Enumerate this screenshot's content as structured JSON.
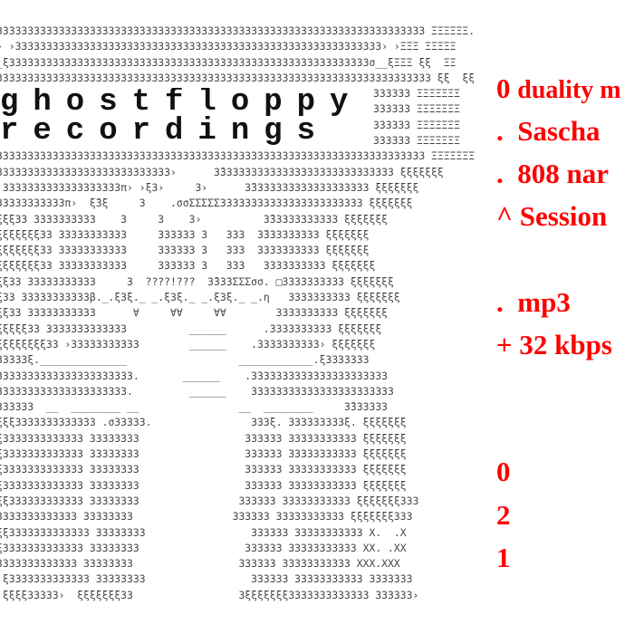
{
  "logo": {
    "line1": "ghostfloppy",
    "line2": "recordings"
  },
  "ascii_rows": [
    "333333333333333333333333333333333333333333333333333333333333333333333 ΞΞΞΞΞΞ.",
    "› ›33333333333333333333333333333333333333333333333333333333333› ›ΞΞΞ ΞΞΞΞΞ",
    "_ξ3333333333333333333333333333333333333333333333333333333333σ__ξΞΞΞ ξξ  ΞΞ",
    "3333333333333333333333333333333333333333333333333333333333333333333333 ξξ  ξξ",
    "                                                            333333 ΞΞΞΞΞΞΞ",
    "                                                            333333 ΞΞΞΞΞΞΞ",
    "                                                            333333 ΞΞΞΞΞΞΞ",
    "                                                            333333 ΞΞΞΞΞΞΞ",
    "333333333333333333333333333333333333333333333333333333333333333333333 ΞΞΞΞΞΞΞ",
    "3333333333333333333333333333›      3̄3333333333333333333333333333 ξξξξξξξ",
    " 3333333333333333333π› ›ξ3›     3›      3̄3333333333333333333 ξξξξξξξ",
    "33333333333π›  ξ̄3ξ     3    .σσΣΣΣΣΣ33333333333333333333333 ξξξξξξξ",
    "ξξξ33 3333333333    3     3    3›          3̄33333333333 ξξξξξξξ",
    "ξξξξξξξ33 33333333333     333333 3   333  3̄333333333 ξξξξξξξ",
    "ξξξξξξξ33 33333333333     333333 3   333  3333333333 ξξξξξξξ",
    "ξξξξξξξ33 33333333333     333333 3   333   3333333333 ξξξξξξξ",
    "ξξ33 33333333333     3  ????!???  3̄333ΣΣΣσσ. □3333333333 ξξξξξξξ",
    "ξ33 33333333333β._.ξ3ξ._ _.ξ3ξ._ _.ξ3ξ._ _.η   3333333333 ξξξξξξξ",
    "ξξ33 33333333333      ∀     ∀∀     ∀∀        3333333333 ξξξξξξξ",
    "ξξξξξ33 3333333333333          ______      .3333333333 ξξξξξξξ",
    "ξξξξξξξξ33 ›33333333333        ______    .3333333333› ξξξξξξξ",
    "33333ξ.______________                  ____________.ξ3333333",
    "3333333333333333333333.       ______    .3333333333333333333333",
    "333333333333333333333.         ______    33333333333333333333333",
    "333333  __  ________ __                __  ________     3̄333333",
    "ξξξ3333333333333 .σ33333.                333ξ. 333333333ξ. ξξξξξξξ",
    "ξ3333333333333 33333333                 333333 33333333333 ξξξξξξξ",
    "ξ3333333333333 33333333                 333333 33333333333 ξξξξξξξ",
    "ξ3333333333333 33333333                 333333 33333333333 ξξξξξξξ",
    "ξ3333333333333 33333333                 333333 33333333333 ξξξξξξξ",
    "ξξ333333333333 33333333                333333 33333333333 ξξξξξξξ333",
    "3333333333333 33333333                333333 33333333333 ξξξξξξξ333",
    "ξξ3333333333333 33333333                 333333 33333333333 X.  .X",
    "ξ3333333333333 33333333                 333333 33333333333 XX. .XX",
    "3333333333333 33333333                 333333 33333333333 XXX.XXX",
    " ξ3333333333333 33333333                 333333 33333333333 3333333",
    " ξξξξ33333›  ξξξξξξξ33                 3ξξξξξξξ3333333333333 333333›"
  ],
  "tracklist": [
    {
      "prefix": "0",
      "text": "duality m"
    },
    {
      "prefix": ".",
      "text": "Sascha"
    },
    {
      "prefix": ".",
      "text": "808 nar"
    },
    {
      "prefix": "^",
      "text": "Session"
    },
    {
      "prefix": ".",
      "text": "mp3"
    },
    {
      "prefix": "+",
      "text": "32 kbps"
    },
    {
      "prefix": "0",
      "text": ""
    },
    {
      "prefix": "2",
      "text": ""
    },
    {
      "prefix": "1",
      "text": ""
    }
  ],
  "accent_color": "#ff0000"
}
